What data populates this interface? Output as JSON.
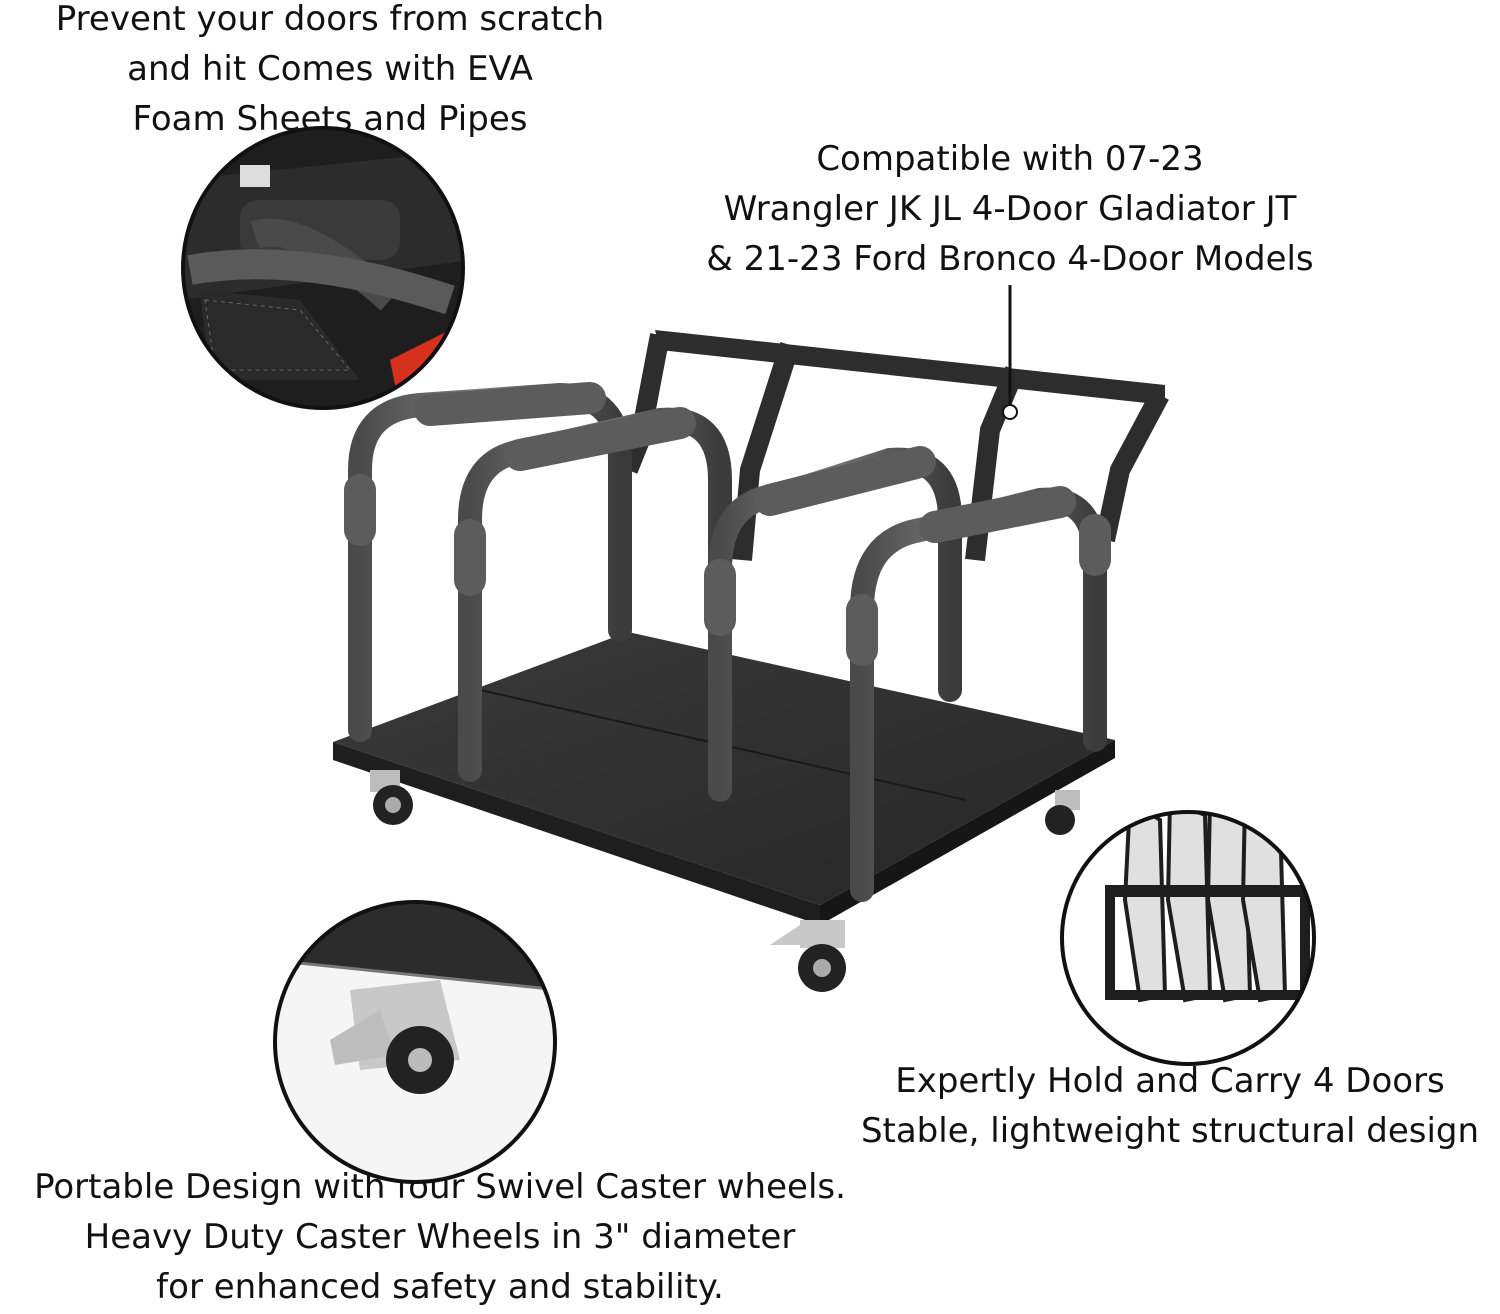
{
  "captions": {
    "protect": [
      "Prevent your doors from scratch",
      "and hit  Comes with EVA",
      "Foam Sheets and Pipes"
    ],
    "compatible": [
      "Compatible with 07-23",
      "Wrangler JK JL 4-Door Gladiator JT",
      "& 21-23 Ford Bronco 4-Door Models"
    ],
    "hold": [
      "Expertly Hold and Carry 4 Doors",
      "Stable, lightweight structural design"
    ],
    "casters": [
      "Portable Design with four Swivel Caster wheels.",
      "Heavy Duty Caster Wheels in 3\" diameter",
      "for enhanced safety and stability."
    ]
  },
  "colors": {
    "frame": "#3a3a3a",
    "foam": "#5c5c5c",
    "board": "#2b2b2b",
    "accent_red": "#d6301f",
    "chrome": "#c8c8c8"
  }
}
